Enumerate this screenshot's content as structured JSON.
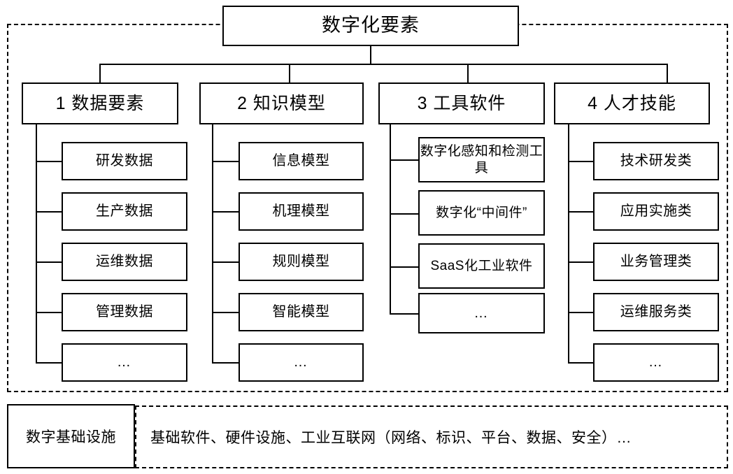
{
  "diagram": {
    "root": {
      "label": "数字化要素"
    },
    "columns": [
      {
        "header": "1 数据要素",
        "items": [
          {
            "label": "研发数据"
          },
          {
            "label": "生产数据"
          },
          {
            "label": "运维数据"
          },
          {
            "label": "管理数据"
          },
          {
            "label": "…"
          }
        ]
      },
      {
        "header": "2 知识模型",
        "items": [
          {
            "label": "信息模型"
          },
          {
            "label": "机理模型"
          },
          {
            "label": "规则模型"
          },
          {
            "label": "智能模型"
          },
          {
            "label": "…"
          }
        ]
      },
      {
        "header": "3 工具软件",
        "items": [
          {
            "label": "数字化感知和检测工具"
          },
          {
            "label": "数字化“中间件”"
          },
          {
            "label": "SaaS化工业软件"
          },
          {
            "label": "…"
          }
        ]
      },
      {
        "header": "4 人才技能",
        "items": [
          {
            "label": "技术研发类"
          },
          {
            "label": "应用实施类"
          },
          {
            "label": "业务管理类"
          },
          {
            "label": "运维服务类"
          },
          {
            "label": "…"
          }
        ]
      }
    ],
    "foundation": {
      "label": "数字基础设施",
      "description": "基础软件、硬件设施、工业互联网（网络、标识、平台、数据、安全）…"
    },
    "colors": {
      "stroke": "#000000",
      "background": "#ffffff",
      "text": "#000000"
    }
  }
}
